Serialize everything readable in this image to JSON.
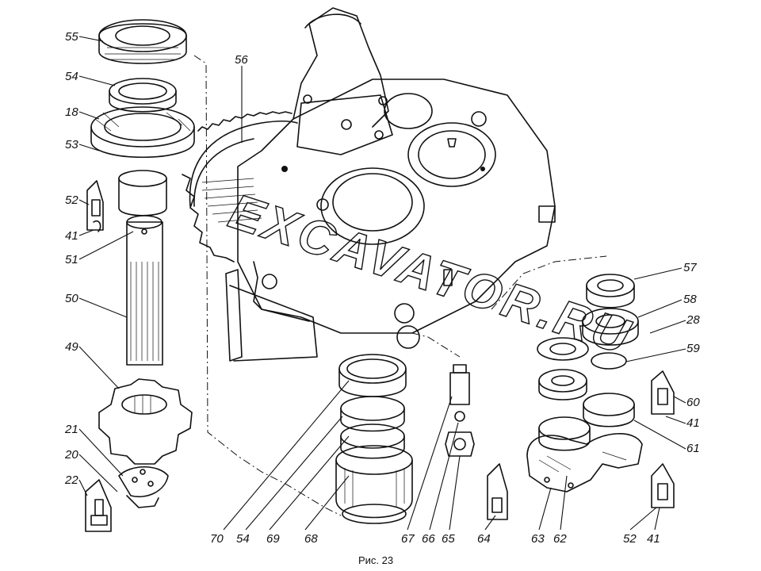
{
  "figure": {
    "caption": "Рис. 23",
    "watermark": "EXCAVATOR.RU",
    "ink_color": "#111111",
    "background": "#ffffff"
  },
  "callouts": {
    "c55": "55",
    "c54": "54",
    "c18": "18",
    "c53": "53",
    "c52a": "52",
    "c41a": "41",
    "c51": "51",
    "c50": "50",
    "c49": "49",
    "c21": "21",
    "c20": "20",
    "c22": "22",
    "c56": "56",
    "c57": "57",
    "c58": "58",
    "c28": "28",
    "c59": "59",
    "c60": "60",
    "c41b": "41",
    "c61": "61",
    "c70": "70",
    "c54b": "54",
    "c69": "69",
    "c68": "68",
    "c67": "67",
    "c66": "66",
    "c65": "65",
    "c64": "64",
    "c63": "63",
    "c62": "62",
    "c52b": "52",
    "c41c": "41"
  }
}
